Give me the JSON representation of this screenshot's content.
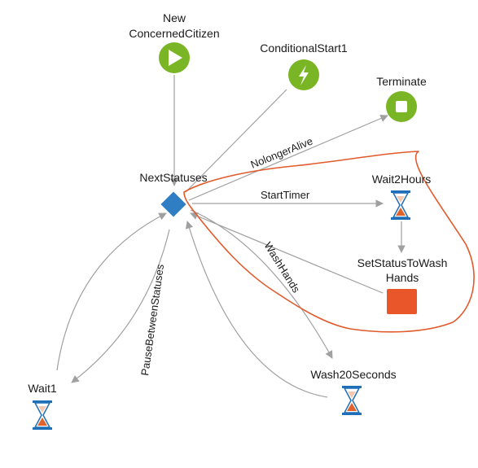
{
  "nodes": {
    "new_citizen": {
      "label_line1": "New",
      "label_line2": "ConcernedCitizen",
      "icon": "play-icon",
      "color": "#7ab526"
    },
    "conditional_start": {
      "label": "ConditionalStart1",
      "icon": "lightning-icon",
      "color": "#7ab526"
    },
    "terminate": {
      "label": "Terminate",
      "icon": "stop-icon",
      "color": "#7ab526"
    },
    "next_statuses": {
      "label": "NextStatuses",
      "icon": "diamond-decision-icon",
      "color": "#2f7ec4"
    },
    "wait2hours": {
      "label": "Wait2Hours",
      "icon": "hourglass-icon"
    },
    "set_status": {
      "label_line1": "SetStatusToWash",
      "label_line2": "Hands",
      "icon": "square-action-icon",
      "color": "#e8562a"
    },
    "wait1": {
      "label": "Wait1",
      "icon": "hourglass-icon"
    },
    "wash20": {
      "label": "Wash20Seconds",
      "icon": "hourglass-icon"
    }
  },
  "edges": {
    "no_longer_alive": "NolongerAlive",
    "start_timer": "StartTimer",
    "wash_hands": "WashHands",
    "pause_between": "PauseBetweenStatuses"
  },
  "colors": {
    "connector": "#a0a0a0",
    "annotation": "#e05a2b",
    "hourglass_frame": "#1f6fb8",
    "hourglass_sand": "#e0632d"
  }
}
